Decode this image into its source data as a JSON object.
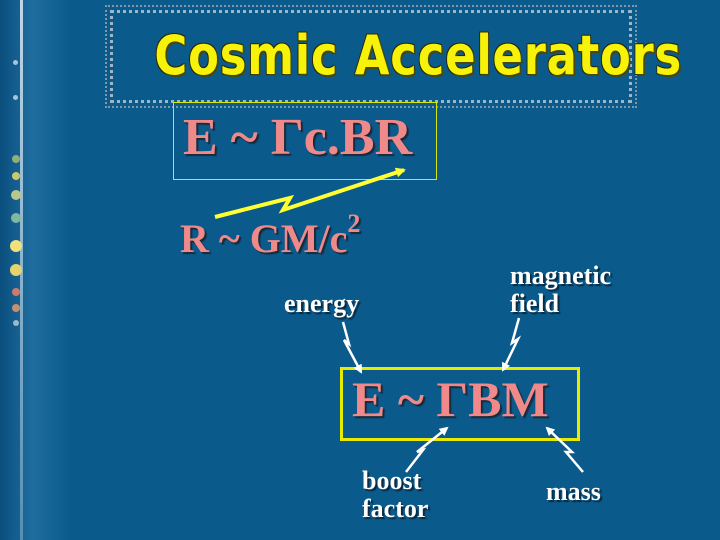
{
  "slide": {
    "title": "Cosmic Accelerators",
    "equation_1": "E ~ Γc.BR",
    "equation_2": {
      "main": "R ~ GM/c",
      "superscript": "2"
    },
    "equation_3": "E ~ ΓBM",
    "labels": {
      "energy": "energy",
      "magnetic_field": "magnetic field",
      "boost_factor": "boost factor",
      "mass": "mass"
    }
  },
  "colors": {
    "background": "#0b5a8c",
    "title": "#f7f20a",
    "equation": "#f08a8a",
    "box_border": "#e8ea00",
    "label": "#ffffff"
  }
}
